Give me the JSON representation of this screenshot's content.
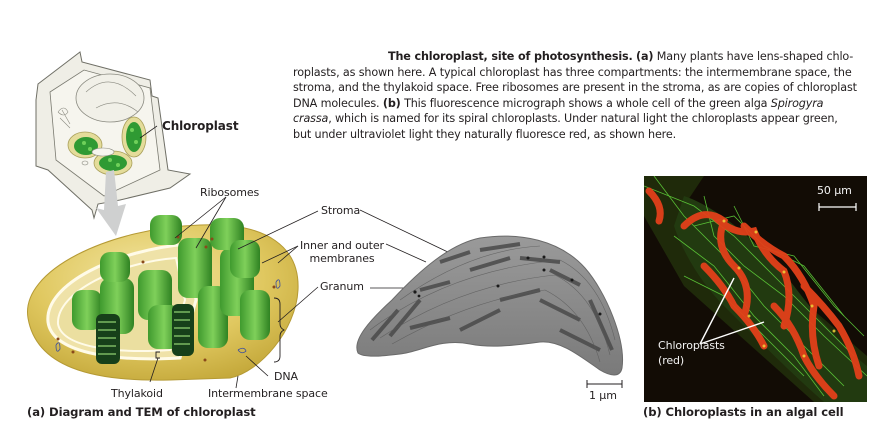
{
  "figure": {
    "caption": {
      "title": "The chloroplast, site of photosynthesis.",
      "part_a_marker": "(a)",
      "part_a_text_1": "Many plants have lens-shaped chlo-",
      "part_a_text_2": "roplasts, as shown here. A typical chloroplast has three compartments: the intermembrane space, the",
      "part_a_text_3": "stroma, and the thylakoid space. Free ribosomes are present in the stroma, as are copies of chloroplast",
      "part_a_text_4": "DNA molecules.",
      "part_b_marker": "(b)",
      "part_b_text_1": "This fluorescence micrograph shows a whole cell of the green alga",
      "species_1": "Spirogyra",
      "species_2": "crassa",
      "part_b_text_2": ", which is named for its spiral chloroplasts. Under natural light the chloroplasts appear green,",
      "part_b_text_3": "but under ultraviolet light they naturally fluoresce red, as shown here."
    },
    "plant_cell": {
      "label": "Chloroplast"
    },
    "diagram_labels": {
      "ribosomes": "Ribosomes",
      "stroma": "Stroma",
      "inner_outer_1": "Inner and outer",
      "inner_outer_2": "membranes",
      "granum": "Granum",
      "dna": "DNA",
      "thylakoid": "Thylakoid",
      "intermembrane": "Intermembrane space"
    },
    "tem": {
      "scale_bar": "1 µm"
    },
    "panel_a_title": "(a) Diagram and TEM of chloroplast",
    "micrograph": {
      "scale_bar": "50 µm",
      "label_1": "Chloroplasts",
      "label_2": "(red)"
    },
    "panel_b_title": "(b) Chloroplasts in an algal cell",
    "colors": {
      "chloroplast_outer": "#d9c35a",
      "chloroplast_inner": "#eadc8e",
      "granum_green": "#4fae3a",
      "granum_dark": "#1f5e1a",
      "tem_gray": "#8a8a8a",
      "micrograph_bg": "#120c05",
      "chloroplast_red": "#e2401a",
      "cytoskeleton_green": "#5fd03a"
    }
  }
}
